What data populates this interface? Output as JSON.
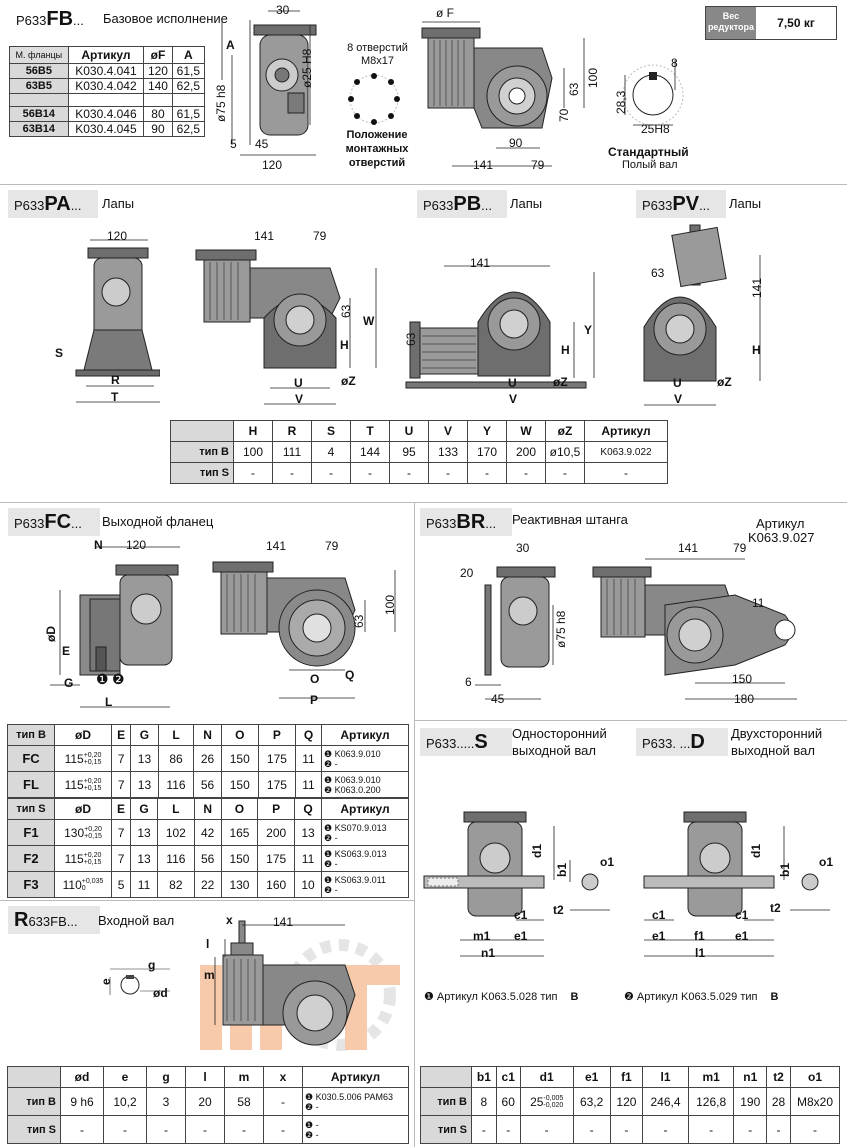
{
  "fb": {
    "code_prefix": "P633",
    "code_bold": "FB",
    "code_suffix": "...",
    "title": "Базовое исполнение",
    "weight_label": "Вес редуктора",
    "weight_value": "7,50 кг",
    "table": {
      "headers": [
        "М. фланцы",
        "Артикул",
        "øF",
        "A"
      ],
      "rows": [
        [
          "56B5",
          "K030.4.041",
          "120",
          "61,5"
        ],
        [
          "63B5",
          "K030.4.042",
          "140",
          "62,5"
        ],
        [
          "",
          "",
          "",
          ""
        ],
        [
          "56B14",
          "K030.4.046",
          "80",
          "61,5"
        ],
        [
          "63B14",
          "K030.4.045",
          "90",
          "62,5"
        ]
      ]
    },
    "holes_label": "8 отверстий M8x17",
    "mount_label": "Положение монтажных отверстий",
    "shaft_label": "Стандартный",
    "shaft_sub": "Полый вал",
    "dims": {
      "d30": "30",
      "dA": "A",
      "d25": "ø25 H8",
      "d75": "ø75 h8",
      "d5": "5",
      "d45": "45",
      "d120": "120",
      "dF": "ø F",
      "d100": "100",
      "d63": "63",
      "d70": "70",
      "d90": "90",
      "d141": "141",
      "d79": "79",
      "d8": "8",
      "d283": "28,3",
      "d25h8": "25H8"
    }
  },
  "pa": {
    "code_prefix": "P633",
    "code_bold": "PA",
    "code_suffix": "...",
    "title": "Лапы"
  },
  "pb": {
    "code_prefix": "P633",
    "code_bold": "PB",
    "code_suffix": "...",
    "title": "Лапы"
  },
  "pv": {
    "code_prefix": "P633",
    "code_bold": "PV",
    "code_suffix": "...",
    "title": "Лапы"
  },
  "p_dims": {
    "d120": "120",
    "d141": "141",
    "d79": "79",
    "d63": "63",
    "S": "S",
    "R": "R",
    "T": "T",
    "H": "H",
    "W": "W",
    "Y": "Y",
    "U": "U",
    "V": "V",
    "Z": "øZ"
  },
  "feet_table": {
    "headers": [
      "",
      "H",
      "R",
      "S",
      "T",
      "U",
      "V",
      "Y",
      "W",
      "øZ",
      "Артикул"
    ],
    "rows": [
      [
        "тип B",
        "100",
        "111",
        "4",
        "144",
        "95",
        "133",
        "170",
        "200",
        "ø10,5",
        "K063.9.022"
      ],
      [
        "тип S",
        "-",
        "-",
        "-",
        "-",
        "-",
        "-",
        "-",
        "-",
        "-",
        "-"
      ]
    ]
  },
  "fc": {
    "code_prefix": "P633",
    "code_bold": "FC",
    "code_suffix": "...",
    "title": "Выходной фланец",
    "dims": {
      "N": "N",
      "d120": "120",
      "D": "øD",
      "E": "E",
      "G": "G",
      "L": "L",
      "d141": "141",
      "d79": "79",
      "d63": "63",
      "d100": "100",
      "O": "O",
      "P": "P",
      "Q": "Q"
    },
    "table_b": {
      "headers": [
        "тип B",
        "øD",
        "E",
        "G",
        "L",
        "N",
        "O",
        "P",
        "Q",
        "Артикул"
      ],
      "rows": [
        {
          "name": "FC",
          "d": "115",
          "tol1": "+0,20",
          "tol2": "+0,15",
          "vals": [
            "7",
            "13",
            "86",
            "26",
            "150",
            "175",
            "11"
          ],
          "art1": "K063.9.010",
          "art2": "-"
        },
        {
          "name": "FL",
          "d": "115",
          "tol1": "+0,20",
          "tol2": "+0,15",
          "vals": [
            "7",
            "13",
            "116",
            "56",
            "150",
            "175",
            "11"
          ],
          "art1": "K063.9.010",
          "art2": "K063.0.200"
        }
      ]
    },
    "table_s": {
      "headers": [
        "тип S",
        "øD",
        "E",
        "G",
        "L",
        "N",
        "O",
        "P",
        "Q",
        "Артикул"
      ],
      "rows": [
        {
          "name": "F1",
          "d": "130",
          "tol1": "+0,20",
          "tol2": "+0,15",
          "vals": [
            "7",
            "13",
            "102",
            "42",
            "165",
            "200",
            "13"
          ],
          "art1": "KS070.9.013",
          "art2": "-"
        },
        {
          "name": "F2",
          "d": "115",
          "tol1": "+0,20",
          "tol2": "+0,15",
          "vals": [
            "7",
            "13",
            "116",
            "56",
            "150",
            "175",
            "11"
          ],
          "art1": "KS063.9.013",
          "art2": "-"
        },
        {
          "name": "F3",
          "d": "110",
          "tol1": "+0,035",
          "tol2": "0",
          "vals": [
            "5",
            "11",
            "82",
            "22",
            "130",
            "160",
            "10"
          ],
          "art1": "KS063.9.011",
          "art2": "-"
        }
      ]
    }
  },
  "br": {
    "code_prefix": "P633",
    "code_bold": "BR",
    "code_suffix": "...",
    "title": "Реактивная штанга",
    "article_label": "Артикул",
    "article_value": "K063.9.027",
    "dims": {
      "d30": "30",
      "d20": "20",
      "d75": "ø75 h8",
      "d6": "6",
      "d45": "45",
      "d141": "141",
      "d79": "79",
      "d11": "11",
      "d150": "150",
      "d180": "180"
    }
  },
  "s": {
    "code_prefix": "P633.....",
    "code_bold": "S",
    "line1": "Односторонний",
    "line2": "выходной вал"
  },
  "d": {
    "code_prefix": "P633. ...",
    "code_bold": "D",
    "line1": "Двухсторонний",
    "line2": "выходной вал"
  },
  "sd_dims": {
    "d1": "d1",
    "b1": "b1",
    "o1": "o1",
    "t2": "t2",
    "c1": "c1",
    "m1": "m1",
    "e1": "e1",
    "n1": "n1",
    "f1": "f1",
    "l1": "l1"
  },
  "sd_notes": {
    "n1": "Артикул K063.5.028  тип",
    "n1b": "B",
    "n2": "Артикул K063.5.029  тип",
    "n2b": "B"
  },
  "r": {
    "code_bold": "R",
    "code_suffix": "633FB...",
    "title": "Входной вал",
    "dims": {
      "x": "x",
      "d141": "141",
      "l": "l",
      "m": "m",
      "g": "g",
      "e": "e",
      "d": "ød"
    }
  },
  "r_table": {
    "headers": [
      "",
      "ød",
      "e",
      "g",
      "l",
      "m",
      "x",
      "Артикул"
    ],
    "rows": [
      {
        "name": "тип B",
        "vals": [
          "9 h6",
          "10,2",
          "3",
          "20",
          "58",
          "-"
        ],
        "art1": "K030.5.006 PAM63",
        "art2": "-"
      },
      {
        "name": "тип S",
        "vals": [
          "-",
          "-",
          "-",
          "-",
          "-",
          "-"
        ],
        "art1": "-",
        "art2": "-"
      }
    ]
  },
  "sd_table": {
    "headers": [
      "",
      "b1",
      "c1",
      "d1",
      "e1",
      "f1",
      "l1",
      "m1",
      "n1",
      "t2",
      "o1"
    ],
    "rows": [
      {
        "name": "тип B",
        "b1": "8",
        "c1": "60",
        "d1": "25",
        "d1a": "-0,005",
        "d1b": "-0,020",
        "rest": [
          "63,2",
          "120",
          "246,4",
          "126,8",
          "190",
          "28",
          "M8x20"
        ]
      },
      {
        "name": "тип S",
        "b1": "-",
        "c1": "-",
        "d1": "-",
        "d1a": "",
        "d1b": "",
        "rest": [
          "-",
          "-",
          "-",
          "-",
          "-",
          "-",
          "-"
        ]
      }
    ]
  },
  "colors": {
    "housing": "#8a8a8a",
    "dark": "#5a5a5a",
    "line": "#222222",
    "code_bg": "#e6e6e6",
    "watermark": "#f2a06a"
  }
}
